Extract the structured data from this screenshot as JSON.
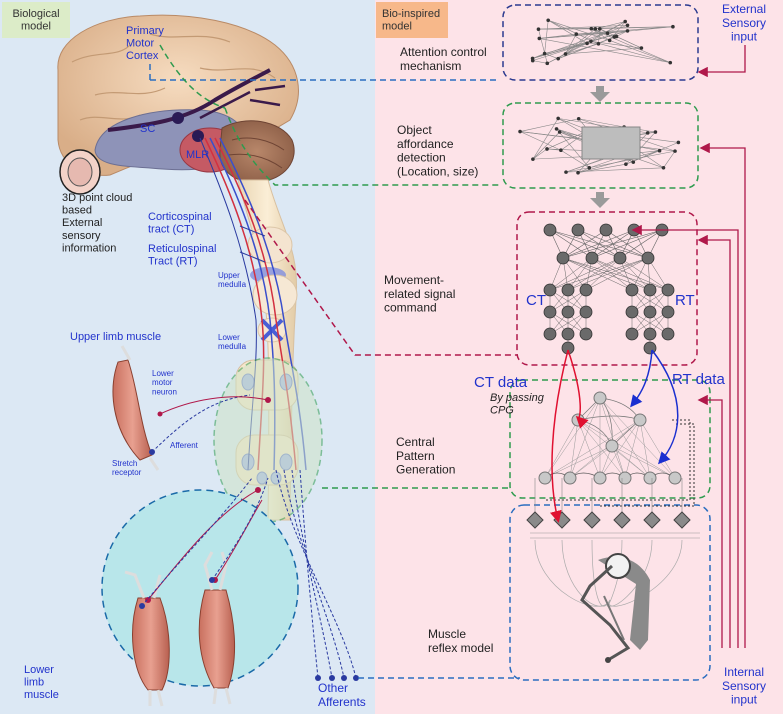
{
  "panels": {
    "left_tag": "Biological\nmodel",
    "right_tag": "Bio-inspired\nmodel"
  },
  "left_labels": {
    "primary_motor": "Primary\nMotor\nCortex",
    "sc": "SC",
    "mlr": "MLR",
    "point_cloud": "3D point cloud\nbased\nExternal\nsensory\ninformation",
    "ct_tract": "Corticospinal\ntract (CT)",
    "rt_tract": "Reticulospinal\nTract (RT)",
    "upper_medulla": "Upper\nmedulla",
    "lower_medulla": "Lower\nmedulla",
    "upper_limb": "Upper limb muscle",
    "lower_motor_neuron": "Lower\nmotor\nneuron",
    "afferent": "Afferent",
    "stretch_receptor": "Stretch\nreceptor",
    "lower_limb": "Lower\nlimb\nmuscle",
    "other_afferents": "Other\nAfferents"
  },
  "right_labels": {
    "attention": "Attention control\nmechanism",
    "affordance": "Object\naffordance\ndetection\n(Location, size)",
    "movement": "Movement-\nrelated signal\ncommand",
    "ct": "CT",
    "rt": "RT",
    "ct_data": "CT data",
    "rt_data": "RT data",
    "by_passing": "By passing\nCPG",
    "cpg": "Central\nPattern\nGeneration",
    "muscle_reflex": "Muscle\nreflex model",
    "external_input": "External\nSensory\ninput",
    "internal_input": "Internal\nSensory\ninput"
  },
  "colors": {
    "left_bg": "#dce8f4",
    "right_bg": "#fde3e8",
    "left_tag": "#dcecc8",
    "right_tag": "#f7b88a",
    "navy": "#2b3a8f",
    "green": "#2e9b4e",
    "crimson": "#b0184a",
    "blue_text": "#2233cc"
  }
}
